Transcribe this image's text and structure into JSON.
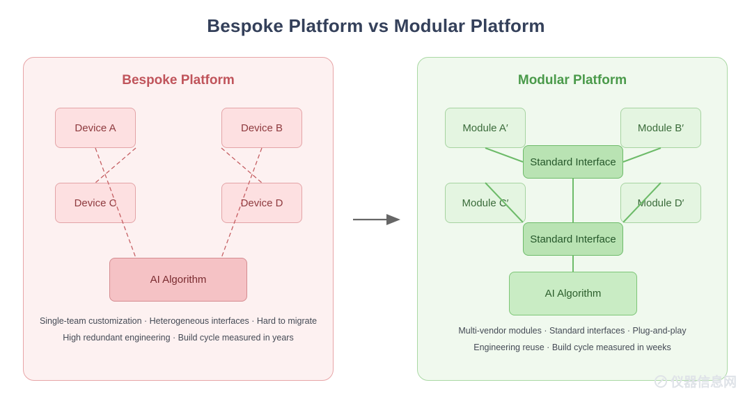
{
  "title": "Bespoke Platform vs Modular Platform",
  "left": {
    "heading": "Bespoke Platform",
    "devices": [
      "Device A",
      "Device B",
      "Device C",
      "Device D"
    ],
    "algorithm": "AI Algorithm",
    "captions": [
      "Single-team customization · Heterogeneous interfaces · Hard to migrate",
      "High redundant engineering · Build cycle measured in years"
    ]
  },
  "right": {
    "heading": "Modular Platform",
    "modules": [
      "Module A′",
      "Module B′",
      "Module C′",
      "Module D′"
    ],
    "interfaces": [
      "Standard Interface",
      "Standard Interface"
    ],
    "algorithm": "AI Algorithm",
    "captions": [
      "Multi-vendor modules · Standard interfaces · Plug-and-play",
      "Engineering reuse · Build cycle measured in weeks"
    ]
  },
  "watermark": "仪器信息网",
  "colors": {
    "title": "#34405a",
    "bespoke_accent": "#c0545b",
    "modular_accent": "#4a9a4a",
    "arrow": "#666666"
  }
}
